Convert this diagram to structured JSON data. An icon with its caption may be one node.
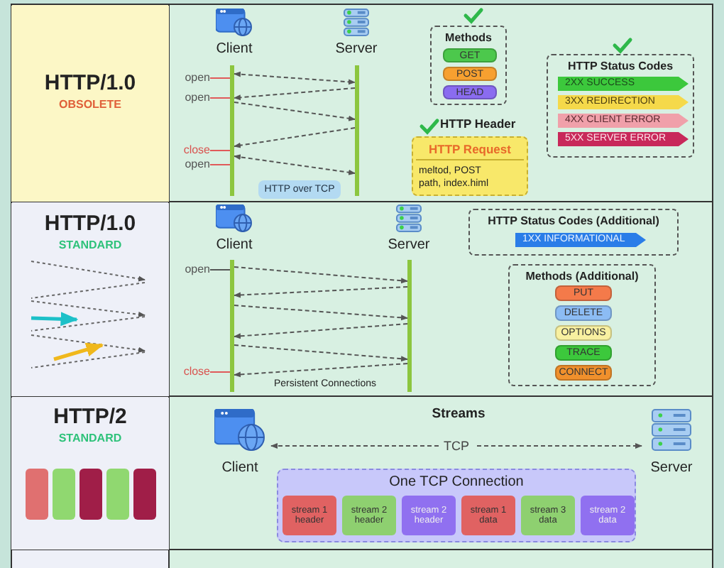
{
  "diagram": {
    "nodes": [
      {
        "text": [
          "HTTP/1.0",
          "OBSOLETE"
        ]
      },
      {
        "text": [
          "Client"
        ]
      },
      {
        "text": [
          "Server"
        ]
      },
      {
        "text": [],
        "shape": "bar"
      },
      {
        "text": [],
        "shape": "bar"
      },
      {
        "text": [
          "open"
        ]
      },
      {
        "text": [
          "open"
        ]
      },
      {
        "text": [
          "close"
        ]
      },
      {
        "text": [
          "open"
        ]
      },
      {
        "text": [
          "HTTP over TCP"
        ]
      },
      {
        "text": [
          "Methods"
        ]
      },
      {
        "text": [
          "GET"
        ],
        "in": 10
      },
      {
        "text": [
          "POST"
        ],
        "in": 10
      },
      {
        "text": [
          "HEAD"
        ],
        "in": 10
      },
      {
        "text": [
          "HTTP Header",
          "HTTP Request",
          "meltod, POST path, index.himl"
        ]
      },
      {
        "text": [
          "HTTP Status Codes"
        ]
      },
      {
        "text": [
          "2XX SUCCESS"
        ],
        "in": 15
      },
      {
        "text": [
          "3XX REDIRECTION"
        ],
        "in": 15
      },
      {
        "text": [
          "4XX CLIENT ERROR"
        ],
        "in": 15
      },
      {
        "text": [
          "5XX SERVER ERROR"
        ],
        "in": 15
      },
      {
        "text": [
          "HTTP/1.0",
          "STANDARD"
        ]
      },
      {
        "text": [
          "Client"
        ]
      },
      {
        "text": [
          "Server"
        ]
      },
      {
        "text": [],
        "shape": "bar"
      },
      {
        "text": [],
        "shape": "bar"
      },
      {
        "text": [
          "open"
        ]
      },
      {
        "text": [
          "close"
        ]
      },
      {
        "text": [
          "HTTP Status Codes (Additional)"
        ]
      },
      {
        "text": [
          "1XX INFORMATIONAL"
        ],
        "in": 27
      },
      {
        "text": [
          "Methods (Additional)"
        ]
      },
      {
        "text": [
          "PUT"
        ],
        "in": 29
      },
      {
        "text": [
          "DELETE"
        ],
        "in": 29
      },
      {
        "text": [
          "OPTIONS"
        ],
        "in": 29
      },
      {
        "text": [
          "TRACE"
        ],
        "in": 29
      },
      {
        "text": [
          "CONNECT"
        ],
        "in": 29
      },
      {
        "text": [
          "HTTP/2",
          "STANDARD"
        ]
      },
      {
        "text": [
          "Client"
        ]
      },
      {
        "text": [
          "Server"
        ]
      },
      {
        "text": [
          "One TCP Connection"
        ]
      },
      {
        "text": [
          "stream 1 header"
        ],
        "in": 38
      },
      {
        "text": [
          "stream 2 header"
        ],
        "in": 38
      },
      {
        "text": [
          "stream 2 header"
        ],
        "in": 38
      },
      {
        "text": [
          "stream 1 data"
        ],
        "in": 38
      },
      {
        "text": [
          "stream 3 data"
        ],
        "in": 38
      },
      {
        "text": [
          "stream 2 data"
        ],
        "in": 38
      }
    ],
    "edges": [
      {
        "from": 3,
        "to": 4,
        "arrow": "both",
        "style": "dashed"
      },
      {
        "from": 4,
        "to": 3,
        "arrow": "to",
        "style": "dashed"
      },
      {
        "from": 3,
        "to": 4,
        "arrow": "to",
        "style": "dashed"
      },
      {
        "from": 4,
        "to": 3,
        "arrow": "to",
        "style": "dashed"
      },
      {
        "from": 3,
        "to": 4,
        "arrow": "both",
        "style": "dashed"
      },
      {
        "from": 5,
        "to": 3,
        "arrow": "none",
        "color": "#e05a5a"
      },
      {
        "from": 6,
        "to": 3,
        "arrow": "none",
        "color": "#e05a5a"
      },
      {
        "from": 7,
        "to": 3,
        "arrow": "none",
        "color": "#e05a5a"
      },
      {
        "from": 8,
        "to": 3,
        "arrow": "none",
        "color": "#e05a5a"
      },
      {
        "from": 23,
        "to": 24,
        "arrow": "to",
        "style": "dashed"
      },
      {
        "from": 24,
        "to": 23,
        "arrow": "to",
        "style": "dashed"
      },
      {
        "from": 23,
        "to": 24,
        "arrow": "to",
        "style": "dashed"
      },
      {
        "from": 24,
        "to": 23,
        "arrow": "to",
        "style": "dashed"
      },
      {
        "from": 23,
        "to": 24,
        "arrow": "to",
        "style": "dashed"
      },
      {
        "from": 24,
        "to": 23,
        "arrow": "to",
        "style": "dashed"
      },
      {
        "from": 25,
        "to": 23,
        "arrow": "none"
      },
      {
        "from": 26,
        "to": 23,
        "arrow": "none",
        "color": "#e05a5a"
      },
      {
        "from": 36,
        "to": 37,
        "arrow": "both",
        "style": "dashed",
        "label": "TCP"
      }
    ],
    "labels": [
      "Persistent Connections",
      "Streams"
    ]
  }
}
